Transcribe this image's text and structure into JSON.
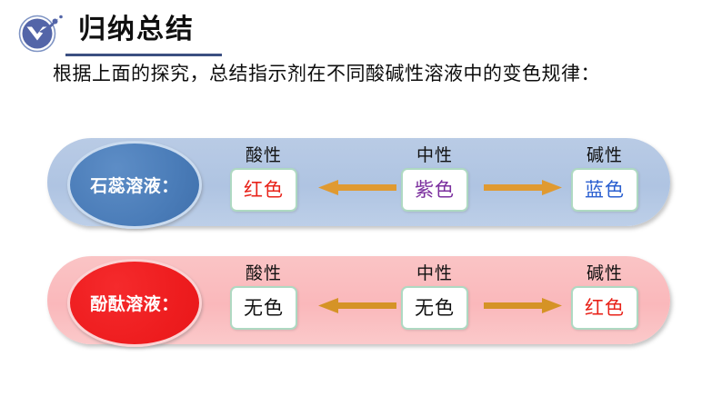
{
  "header": {
    "logo_icon": "checkmark-person-logo",
    "title": "归纳总结"
  },
  "intro": {
    "text": "根据上面的探究，总结指示剂在不同酸碱性溶液中的变色规律："
  },
  "colors": {
    "panel_blue": "#b4c8e4",
    "panel_pink": "#fabdc0",
    "bubble_blue": "#4a7cb8",
    "bubble_pink": "#ee1d1f",
    "arrow_blue_panel": "#e09a31",
    "arrow_pink_panel": "#d59326",
    "box_border_green": "#aed9c2",
    "title_rule": "#3b4f81",
    "text_red": "#e8231a",
    "text_purple": "#7b2f9e",
    "text_blue": "#2a5fd0",
    "text_black": "#111111"
  },
  "panels": [
    {
      "id": "litmus",
      "theme": "blue",
      "bubble_label": "石蕊溶液：",
      "arrow_color": "#e09a31",
      "states": [
        {
          "key": "acid",
          "label": "酸性",
          "value": "红色",
          "value_color": "#e8231a"
        },
        {
          "key": "neutral",
          "label": "中性",
          "value": "紫色",
          "value_color": "#7b2f9e"
        },
        {
          "key": "base",
          "label": "碱性",
          "value": "蓝色",
          "value_color": "#2a5fd0"
        }
      ],
      "arrows": [
        {
          "direction": "left",
          "icon": "arrow-left-icon"
        },
        {
          "direction": "right",
          "icon": "arrow-right-icon"
        }
      ]
    },
    {
      "id": "phenolphthalein",
      "theme": "pink",
      "bubble_label": "酚酞溶液：",
      "arrow_color": "#d59326",
      "states": [
        {
          "key": "acid",
          "label": "酸性",
          "value": "无色",
          "value_color": "#111111"
        },
        {
          "key": "neutral",
          "label": "中性",
          "value": "无色",
          "value_color": "#111111"
        },
        {
          "key": "base",
          "label": "碱性",
          "value": "红色",
          "value_color": "#e8231a"
        }
      ],
      "arrows": [
        {
          "direction": "left",
          "icon": "arrow-left-icon"
        },
        {
          "direction": "right",
          "icon": "arrow-right-icon"
        }
      ]
    }
  ]
}
